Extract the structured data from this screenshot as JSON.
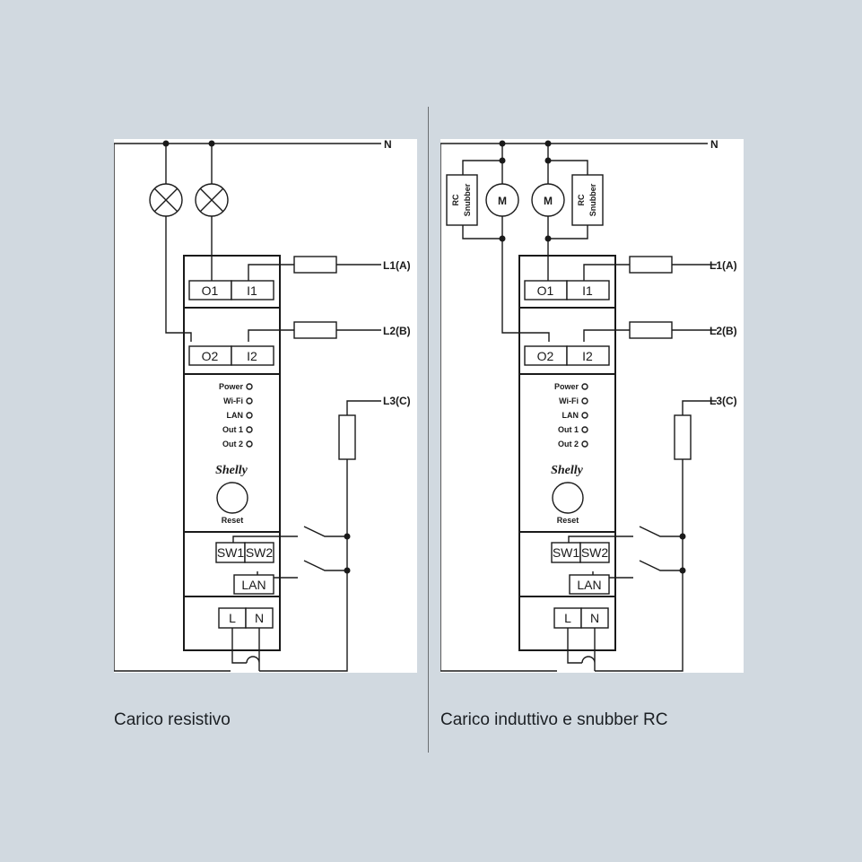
{
  "lines": {
    "neutral": "N",
    "l1": "L1(A)",
    "l2": "L2(B)",
    "l3": "L3(C)"
  },
  "terminals": {
    "o1": "O1",
    "i1": "I1",
    "o2": "O2",
    "i2": "I2",
    "sw1": "SW1",
    "sw2": "SW2",
    "lan": "LAN",
    "l": "L",
    "n": "N"
  },
  "leds": [
    "Power",
    "Wi-Fi",
    "LAN",
    "Out 1",
    "Out 2"
  ],
  "brand": "Shelly",
  "reset": "Reset",
  "snubber": {
    "line1": "RC",
    "line2": "Snubber"
  },
  "motor": "M",
  "captions": {
    "left": "Carico resistivo",
    "right": "Carico induttivo e snubber RC"
  }
}
